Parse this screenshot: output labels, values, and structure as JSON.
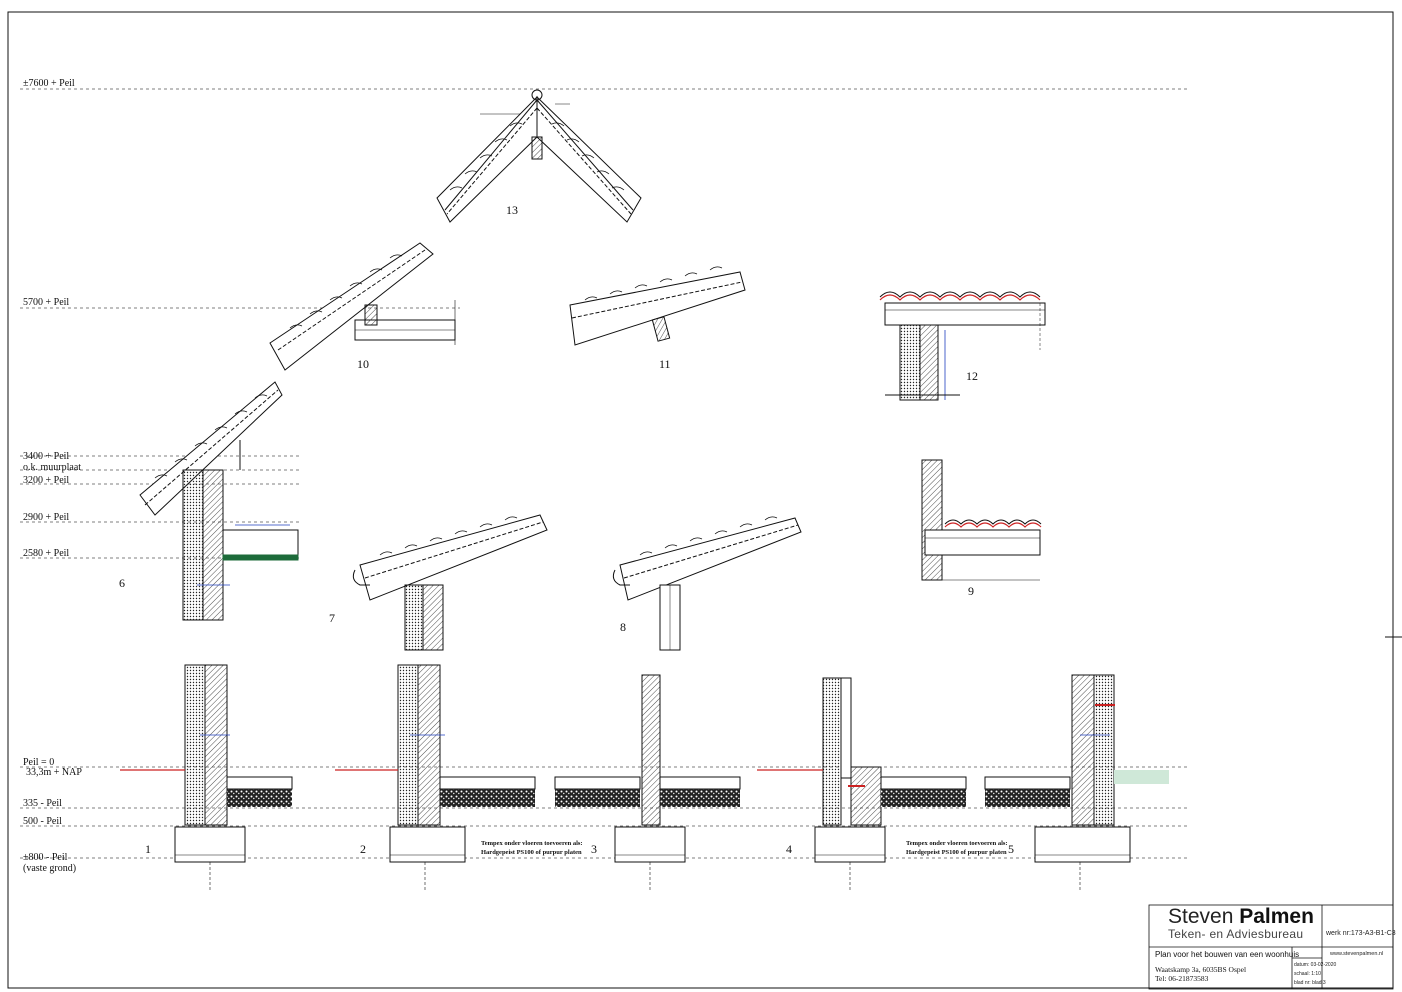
{
  "levels": [
    {
      "label": "±7600 + Peil"
    },
    {
      "label": "5700 + Peil"
    },
    {
      "label": "3400 + Peil"
    },
    {
      "label": "o.k. muurplaat"
    },
    {
      "label": "3200 + Peil"
    },
    {
      "label": "2900 + Peil"
    },
    {
      "label": "2580 + Peil"
    },
    {
      "label": "Peil = 0"
    },
    {
      "label": "33,3m + NAP"
    },
    {
      "label": "335 - Peil"
    },
    {
      "label": "500 - Peil"
    },
    {
      "label": "±800 - Peil"
    },
    {
      "label": "(vaste grond)"
    }
  ],
  "details": [
    {
      "number": "13"
    },
    {
      "number": "10"
    },
    {
      "number": "11"
    },
    {
      "number": "12"
    },
    {
      "number": "6"
    },
    {
      "number": "7"
    },
    {
      "number": "8"
    },
    {
      "number": "9"
    },
    {
      "number": "1"
    },
    {
      "number": "2"
    },
    {
      "number": "3"
    },
    {
      "number": "4"
    },
    {
      "number": "5"
    }
  ],
  "notes": [
    {
      "line1": "Tempex onder vloeren toevoeren als:",
      "line2": "Hardgepeist PS100 of purpur platen"
    },
    {
      "line1": "Tempex onder vloeren toevoeren als:",
      "line2": "Hardgepeist PS100 of purpur platen"
    }
  ],
  "titleblock": {
    "brand_first": "Steven",
    "brand_last": "Palmen",
    "subtitle": "Teken- en Adviesbureau",
    "werk_nr": "werk nr:173-A3-B1-C3",
    "website": "www.stevenpalmen.nl",
    "project_title": "Plan voor het bouwen van een woonhuis",
    "address_line1": "Waatskamp 3a, 6035BS Ospel",
    "address_line2": "Tel: 06-21873583",
    "datum": "datum: 03-02-2020",
    "schaal": "schaal: 1:10",
    "blad": "blad nr: blad 3"
  },
  "colors": {
    "line": "#111111",
    "dashed": "#555555",
    "red_hatch": "#cc2222",
    "blue_line": "#1f3fbf",
    "green_band": "#1d6b3a",
    "mint": "#cfe8d8"
  }
}
